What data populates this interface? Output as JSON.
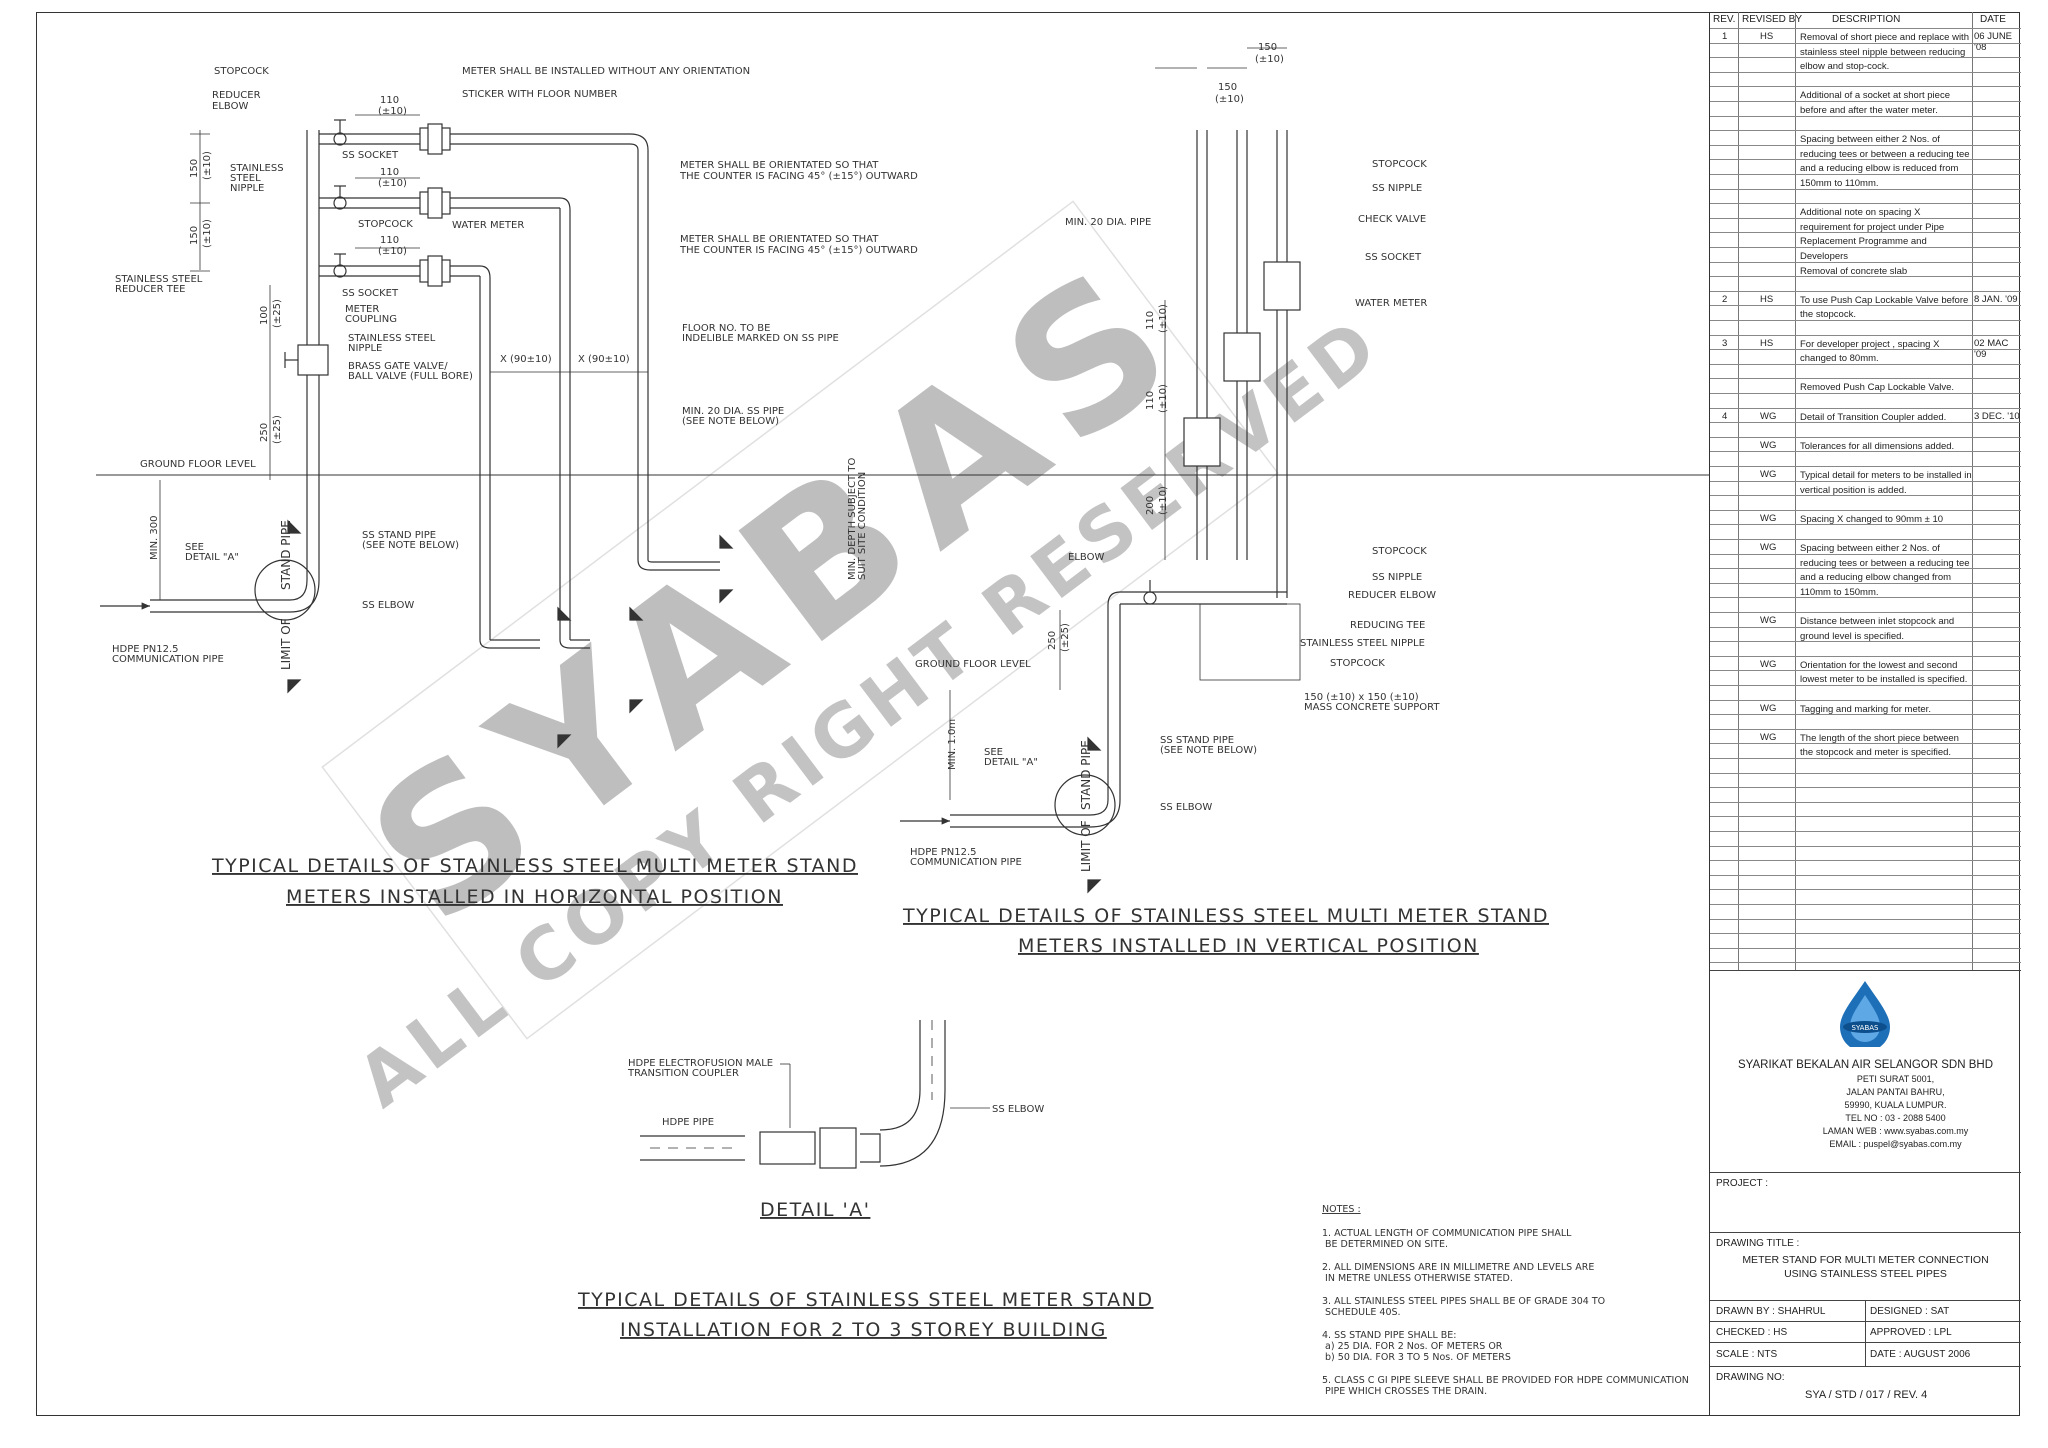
{
  "watermark": {
    "line1": "SYABAS",
    "line2": "ALL COPY RIGHT RESERVED"
  },
  "horizontal": {
    "title_line1": "TYPICAL DETAILS OF STAINLESS STEEL MULTI METER STAND",
    "title_line2": "METERS INSTALLED IN HORIZONTAL POSITION",
    "labels": {
      "stopcock": "STOPCOCK",
      "reducer_elbow": "REDUCER\nELBOW",
      "meter_no_orientation": "METER SHALL BE INSTALLED WITHOUT ANY ORIENTATION",
      "sticker": "STICKER WITH FLOOR NUMBER",
      "ss_socket": "SS SOCKET",
      "stainless_nipple": "STAINLESS\nSTEEL\nNIPPLE",
      "meter_orient_1": "METER SHALL BE ORIENTATED SO THAT\nTHE COUNTER IS FACING 45° (±15°) OUTWARD",
      "meter_orient_2": "METER SHALL BE ORIENTATED SO THAT\nTHE COUNTER IS FACING 45° (±15°) OUTWARD",
      "stopcock2": "STOPCOCK",
      "water_meter": "WATER METER",
      "ss_reducer_tee": "STAINLESS STEEL\nREDUCER TEE",
      "ss_socket2": "SS SOCKET",
      "meter_coupling": "METER\nCOUPLING",
      "ss_nipple": "STAINLESS STEEL\nNIPPLE",
      "gate_valve": "BRASS GATE VALVE/\nBALL VALVE (FULL BORE)",
      "floor_no": "FLOOR NO. TO BE\nINDELIBLE MARKED ON SS PIPE",
      "min20": "MIN. 20 DIA. SS PIPE\n(SEE NOTE BELOW)",
      "ground_floor": "GROUND FLOOR LEVEL",
      "ss_stand_pipe": "SS STAND PIPE\n(SEE NOTE BELOW)",
      "see_detail": "SEE\nDETAIL \"A\"",
      "ss_elbow": "SS ELBOW",
      "hdpe": "HDPE PN12.5\nCOMMUNICATION PIPE",
      "stand_pipe": "STAND PIPE",
      "limit_of": "LIMIT OF",
      "min_depth": "MIN. DEPTH SUBJECT TO\nSUIT SITE CONDITION",
      "dim_110a": "110",
      "dim_10a": "(±10)",
      "dim_110b": "110",
      "dim_10b": "(±10)",
      "dim_110c": "110",
      "dim_10c": "(±10)",
      "dim_150a": "150",
      "dim_150a_t": "(±10)",
      "dim_150b": "150",
      "dim_150b_t": "(±10)",
      "dim_100": "100",
      "dim_100_t": "(±25)",
      "dim_250": "250",
      "dim_250_t": "(±25)",
      "dim_min300": "MIN. 300",
      "dim_x1": "X (90±10)",
      "dim_x2": "X (90±10)"
    }
  },
  "vertical": {
    "title_line1": "TYPICAL DETAILS OF STAINLESS STEEL MULTI METER STAND",
    "title_line2": "METERS INSTALLED IN VERTICAL POSITION",
    "labels": {
      "d150a": "150",
      "d150a_t": "(±10)",
      "d150b": "150",
      "d150b_t": "(±10)",
      "min20": "MIN. 20 DIA. PIPE",
      "stopcock": "STOPCOCK",
      "ss_nipple": "SS NIPPLE",
      "check_valve": "CHECK VALVE",
      "ss_socket": "SS SOCKET",
      "water_meter": "WATER METER",
      "d110a": "110",
      "d110a_t": "(±10)",
      "d110b": "110",
      "d110b_t": "(±10)",
      "d200": "200",
      "d200_t": "(±10)",
      "elbow": "ELBOW",
      "stopcock2": "STOPCOCK",
      "ss_nipple2": "SS NIPPLE",
      "reducer_elbow": "REDUCER ELBOW",
      "reducing_tee": "REDUCING TEE",
      "ss_nipple_long": "STAINLESS STEEL NIPPLE",
      "stopcock3": "STOPCOCK",
      "ground_floor": "GROUND FLOOR LEVEL",
      "d250": "250",
      "d250_t": "(±25)",
      "support": "150 (±10) x 150 (±10)\nMASS CONCRETE SUPPORT",
      "min1m": "MIN. 1.0m",
      "see_detail": "SEE\nDETAIL \"A\"",
      "ss_stand_pipe": "SS STAND PIPE\n(SEE NOTE BELOW)",
      "ss_elbow": "SS ELBOW",
      "hdpe": "HDPE PN12.5\nCOMMUNICATION PIPE",
      "stand_pipe": "STAND PIPE",
      "limit_of": "LIMIT OF"
    }
  },
  "detail_a": {
    "coupler": "HDPE ELECTROFUSION MALE\nTRANSITION COUPLER",
    "hdpe_pipe": "HDPE PIPE",
    "ss_elbow": "SS ELBOW",
    "title": "DETAIL 'A'"
  },
  "storey": {
    "title_line1": "TYPICAL DETAILS OF STAINLESS STEEL METER STAND",
    "title_line2": "INSTALLATION FOR 2 TO 3 STOREY BUILDING"
  },
  "notes": {
    "heading": "NOTES :",
    "items": [
      "1.  ACTUAL LENGTH OF COMMUNICATION PIPE SHALL\n     BE DETERMINED ON SITE.",
      "2.  ALL DIMENSIONS ARE IN MILLIMETRE AND LEVELS ARE\n     IN METRE UNLESS OTHERWISE STATED.",
      "3.  ALL STAINLESS STEEL PIPES SHALL BE OF GRADE 304 TO\n     SCHEDULE 40S.",
      "4.  SS STAND PIPE SHALL BE:\n     a)  25 DIA. FOR 2 Nos. OF METERS OR\n     b)  50 DIA. FOR 3 TO 5 Nos. OF METERS",
      "5.  CLASS C GI PIPE SLEEVE SHALL BE PROVIDED FOR HDPE COMMUNICATION\n     PIPE WHICH CROSSES THE DRAIN."
    ]
  },
  "revisions": {
    "headers": [
      "REV.",
      "REVISED BY",
      "DESCRIPTION",
      "DATE"
    ],
    "rows": [
      {
        "rev": "1",
        "by": "HS",
        "desc": "Removal of short piece and replace with stainless steel nipple between reducing elbow and stop-cock.",
        "date": "06 JUNE '08"
      },
      {
        "rev": "",
        "by": "",
        "desc": "Additional of a socket at short piece before and after the water meter.",
        "date": ""
      },
      {
        "rev": "",
        "by": "",
        "desc": "Spacing between either 2 Nos. of reducing tees or between a reducing tee and a reducing elbow is reduced from 150mm to 110mm.",
        "date": ""
      },
      {
        "rev": "",
        "by": "",
        "desc": "Additional note on spacing X requirement for project under Pipe Replacement Programme and Developers",
        "date": ""
      },
      {
        "rev": "",
        "by": "",
        "desc": "Removal of concrete slab",
        "date": ""
      },
      {
        "rev": "2",
        "by": "HS",
        "desc": "To use Push Cap Lockable Valve before the stopcock.",
        "date": "8 JAN. '09"
      },
      {
        "rev": "3",
        "by": "HS",
        "desc": "For developer project , spacing X changed to 80mm.",
        "date": "02 MAC '09"
      },
      {
        "rev": "",
        "by": "",
        "desc": "Removed Push Cap Lockable Valve.",
        "date": ""
      },
      {
        "rev": "4",
        "by": "WG",
        "desc": "Detail of Transition Coupler added.",
        "date": "3 DEC. '10"
      },
      {
        "rev": "",
        "by": "WG",
        "desc": "Tolerances for all dimensions added.",
        "date": ""
      },
      {
        "rev": "",
        "by": "WG",
        "desc": "Typical detail for meters to be installed in vertical position is added.",
        "date": ""
      },
      {
        "rev": "",
        "by": "WG",
        "desc": "Spacing X changed to 90mm ± 10",
        "date": ""
      },
      {
        "rev": "",
        "by": "WG",
        "desc": "Spacing between either 2 Nos. of reducing tees or between a reducing tee and a reducing elbow changed from 110mm to 150mm.",
        "date": ""
      },
      {
        "rev": "",
        "by": "WG",
        "desc": "Distance between inlet stopcock and ground level is specified.",
        "date": ""
      },
      {
        "rev": "",
        "by": "WG",
        "desc": "Orientation for the lowest and second lowest meter to be installed is specified.",
        "date": ""
      },
      {
        "rev": "",
        "by": "WG",
        "desc": "Tagging and marking for meter.",
        "date": ""
      },
      {
        "rev": "",
        "by": "WG",
        "desc": "The length of the short piece between the stopcock and meter is specified.",
        "date": ""
      }
    ]
  },
  "company": {
    "logo_text": "SYABAS",
    "name": "SYARIKAT BEKALAN AIR SELANGOR SDN BHD",
    "lines": [
      "PETI SURAT 5001,",
      "JALAN PANTAI BAHRU,",
      "59990, KUALA LUMPUR.",
      "TEL NO : 03 - 2088 5400",
      "LAMAN WEB : www.syabas.com.my",
      "EMAIL : puspel@syabas.com.my"
    ]
  },
  "title_block": {
    "project": "PROJECT :",
    "drawing_title_label": "DRAWING TITLE :",
    "drawing_title_1": "METER STAND FOR MULTI METER CONNECTION",
    "drawing_title_2": "USING STAINLESS STEEL PIPES",
    "drawn_by": "DRAWN BY : SHAHRUL",
    "designed": "DESIGNED : SAT",
    "checked": "CHECKED :  HS",
    "approved": "APPROVED :  LPL",
    "scale": "SCALE : NTS",
    "date": "DATE :  AUGUST 2006",
    "drawing_no_label": "DRAWING NO:",
    "drawing_no": "SYA / STD / 017 / REV. 4"
  },
  "colors": {
    "line": "#333333",
    "watermark": "#b5b5b5",
    "logo_blue": "#1d6fb8"
  }
}
